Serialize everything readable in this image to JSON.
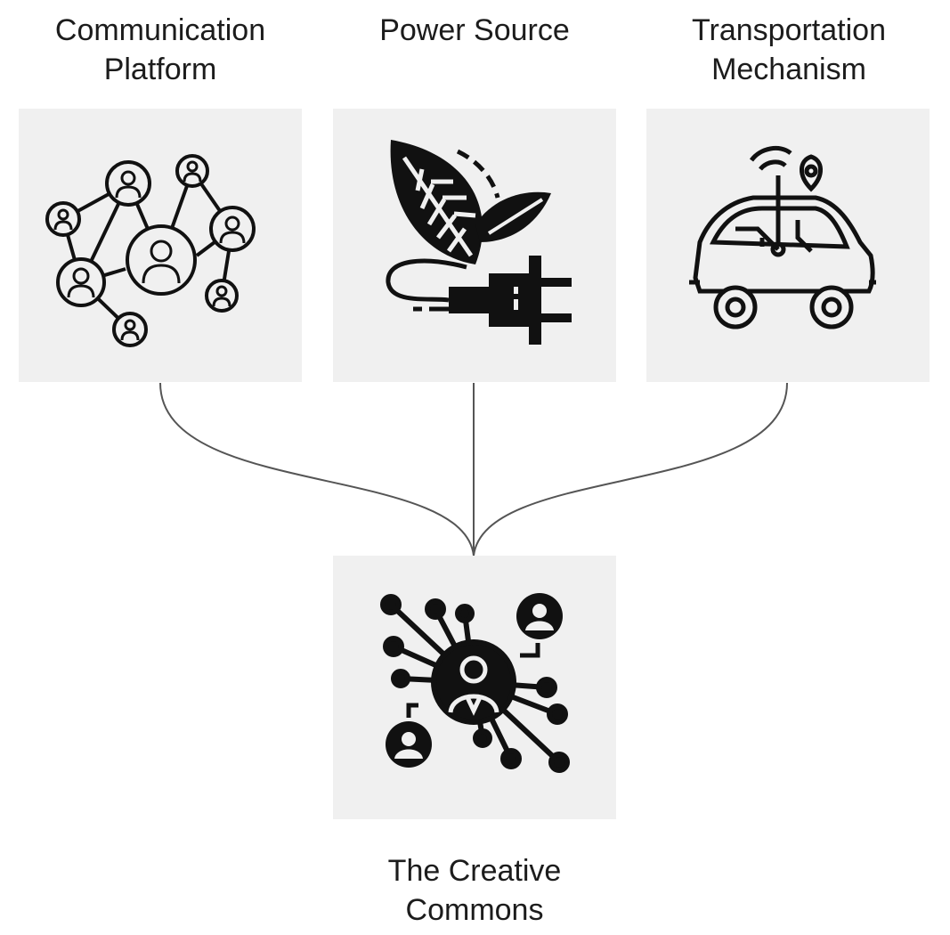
{
  "nodes": {
    "communication": {
      "label": "Communication\nPlatform",
      "icon": "people-network-icon"
    },
    "power": {
      "label": "Power Source",
      "icon": "leaf-plug-icon"
    },
    "transport": {
      "label": "Transportation\nMechanism",
      "icon": "connected-car-icon"
    },
    "commons": {
      "label": "The Creative\nCommons",
      "icon": "person-hub-icon"
    }
  },
  "colors": {
    "tile_background": "#f0f0f0",
    "connector": "#555555",
    "icon": "#111111"
  }
}
